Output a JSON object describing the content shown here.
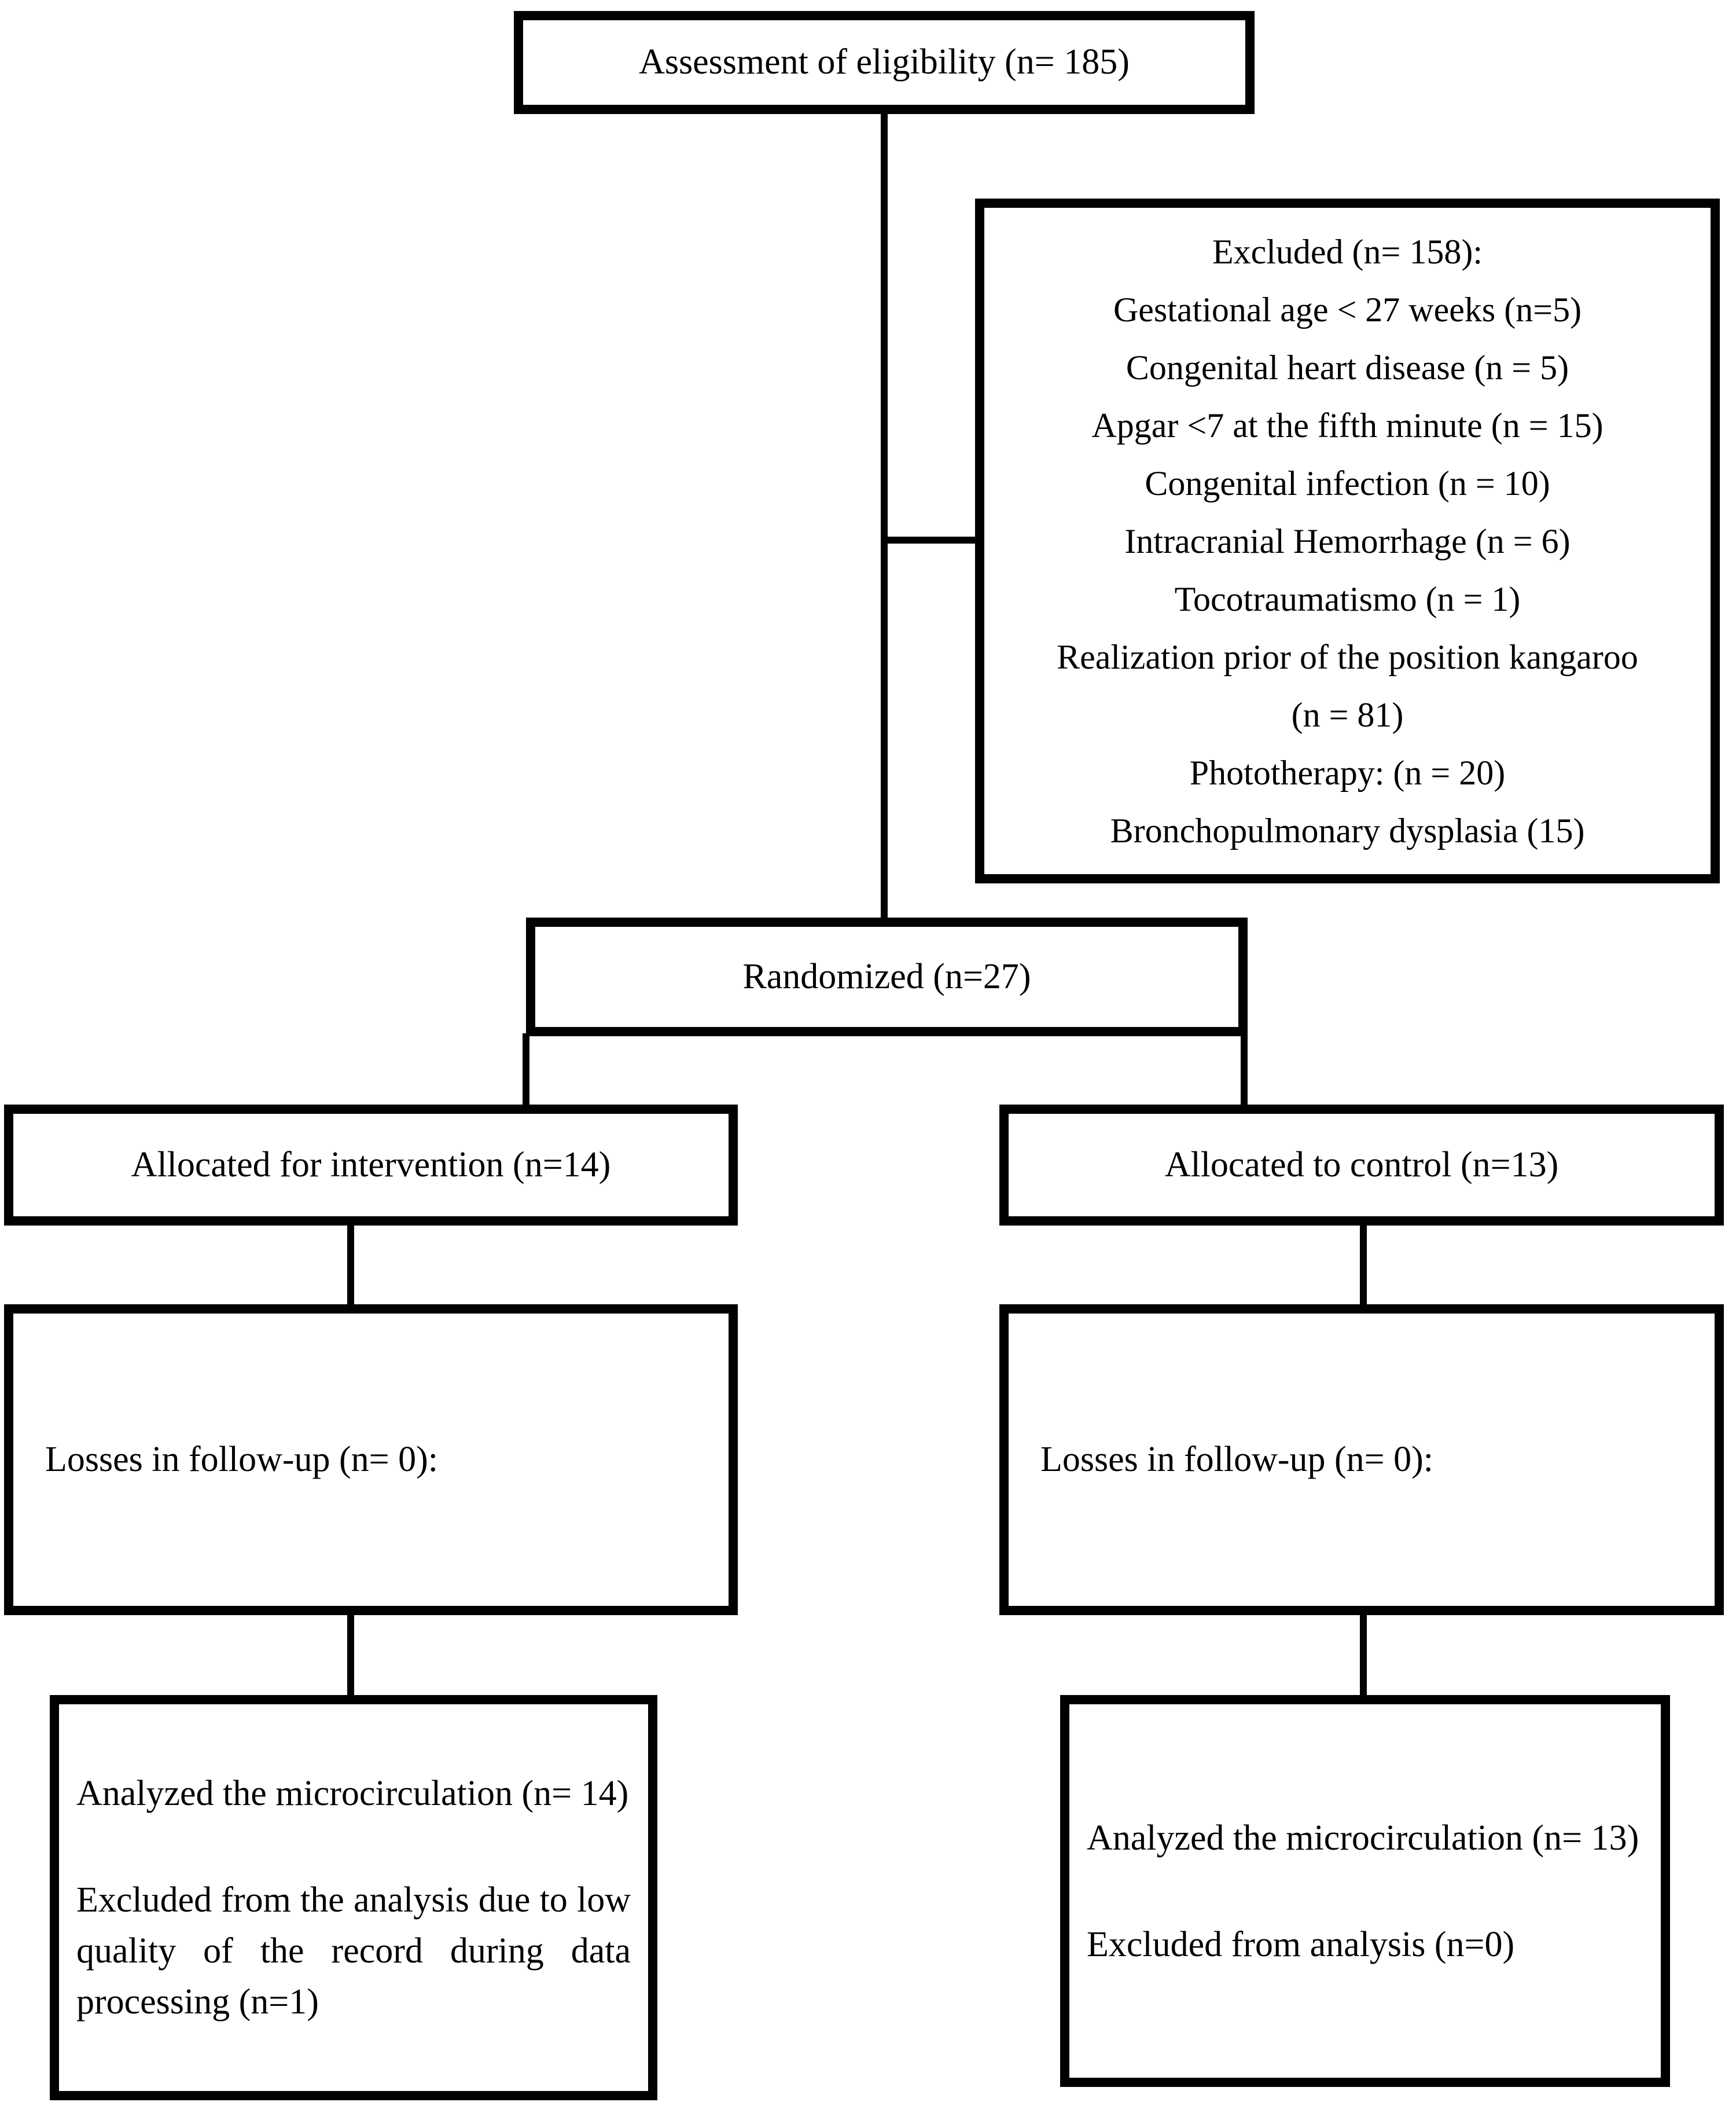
{
  "diagram": {
    "assessment": {
      "label": "Assessment of eligibility (n= 185)"
    },
    "excluded": {
      "title": "Excluded (n= 158):",
      "items": [
        "Gestational age < 27 weeks (n=5)",
        "Congenital heart disease (n = 5)",
        "Apgar <7 at the fifth minute (n = 15)",
        "Congenital infection (n = 10)",
        "Intracranial Hemorrhage (n = 6)",
        "Tocotraumatismo (n = 1)",
        "Realization prior of the position kangaroo\n(n = 81)",
        "Phototherapy: (n = 20)",
        "Bronchopulmonary dysplasia (15)"
      ]
    },
    "randomized": {
      "label": "Randomized (n=27)"
    },
    "allocated_intervention": {
      "label": "Allocated for intervention (n=14)"
    },
    "allocated_control": {
      "label": "Allocated to control (n=13)"
    },
    "losses_intervention": {
      "label": "Losses in follow-up (n= 0):"
    },
    "losses_control": {
      "label": "Losses in follow-up (n= 0):"
    },
    "analyzed_intervention": {
      "paragraph1": "Analyzed the microcirculation (n= 14)",
      "paragraph2": "Excluded from the analysis due to low quality of the record during data processing (n=1)"
    },
    "analyzed_control": {
      "paragraph1": "Analyzed the microcirculation (n= 13)",
      "paragraph2": "Excluded from analysis (n=0)"
    }
  },
  "colors": {
    "background": "#ffffff",
    "line": "#000000",
    "text": "#000000"
  }
}
